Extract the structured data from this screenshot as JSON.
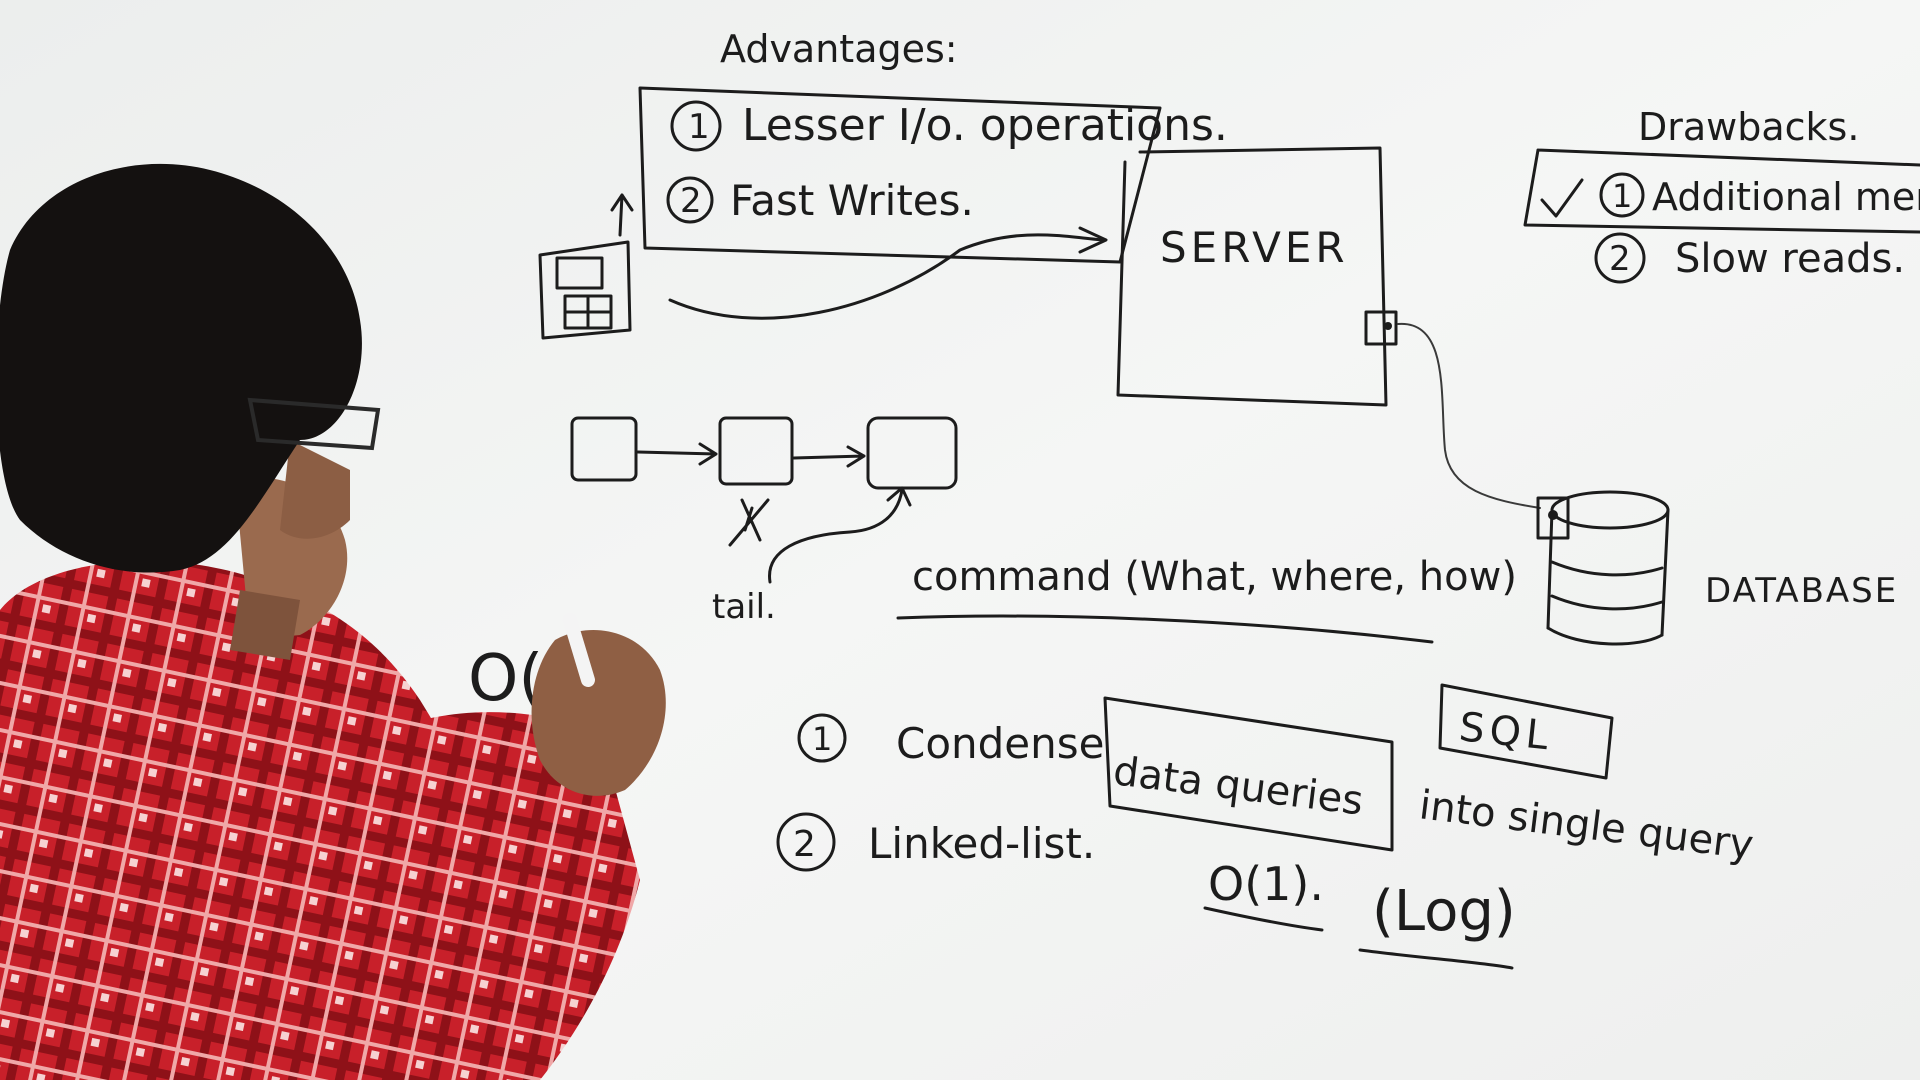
{
  "advantages": {
    "title": "Advantages:",
    "items": [
      {
        "number": "1",
        "text": "Lesser I/o. operations."
      },
      {
        "number": "2",
        "text": "Fast Writes."
      }
    ]
  },
  "drawbacks": {
    "title": "Drawbacks.",
    "items": [
      {
        "number": "1",
        "text": "Additional memory"
      },
      {
        "number": "2",
        "text": "Slow reads."
      }
    ]
  },
  "diagram": {
    "server_label": "SERVER",
    "database_label": "DATABASE",
    "tail_label": "tail.",
    "command_text": "command (What, where, how)"
  },
  "notes": {
    "items": [
      {
        "number": "1",
        "text": "Condense"
      },
      {
        "number": "2",
        "text": "Linked-list."
      }
    ],
    "boxed_text": "data queries",
    "continuation": "into single query",
    "sql_label": "SQL",
    "o1": "O(1).",
    "log": "(Log)",
    "partial": "O("
  },
  "colors": {
    "board": "#f2f3f2",
    "ink": "#1c1c1c",
    "shirt_red": "#c8202a",
    "shirt_light": "#f0a8a8",
    "hair": "#141110",
    "skin": "#9a6a4e"
  }
}
